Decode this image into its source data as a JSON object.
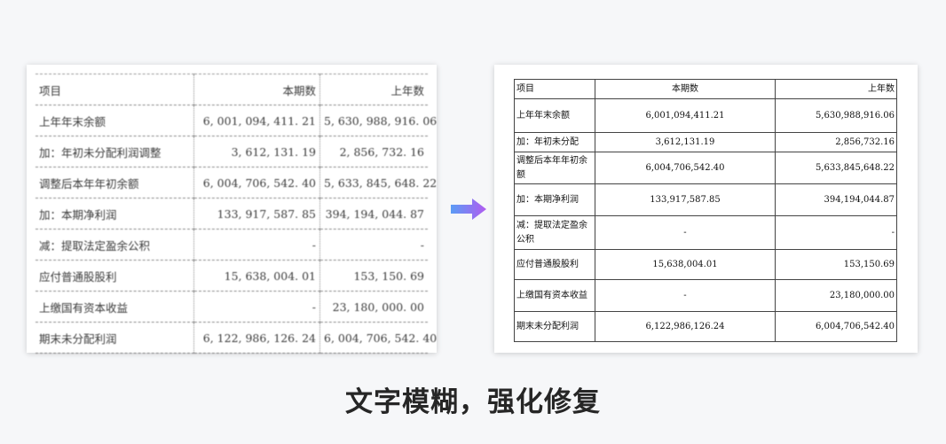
{
  "blurry_table": {
    "headers": [
      "项目",
      "本期数",
      "上年数"
    ],
    "rows": [
      [
        "上年年末余额",
        "6, 001, 094, 411. 21",
        "5, 630, 988, 916. 06"
      ],
      [
        "加：年初未分配利润调整",
        "3, 612, 131. 19",
        "2, 856, 732. 16"
      ],
      [
        "调整后本年年初余额",
        "6, 004, 706, 542. 40",
        "5, 633, 845, 648. 22"
      ],
      [
        "加：本期净利润",
        "133, 917, 587. 85",
        "394, 194, 044. 87"
      ],
      [
        "减：提取法定盈余公积",
        "-",
        "-"
      ],
      [
        "应付普通股股利",
        "15, 638, 004. 01",
        "153, 150. 69"
      ],
      [
        "上缴国有资本收益",
        "-",
        "23, 180, 000. 00"
      ],
      [
        "期末未分配利润",
        "6, 122, 986, 126. 24",
        "6, 004, 706, 542. 40"
      ]
    ]
  },
  "clean_table": {
    "headers": [
      "项目",
      "本期数",
      "上年数"
    ],
    "rows": [
      [
        "上年年末余额",
        "6,001,094,411.21",
        "5,630,988,916.06"
      ],
      [
        "加：年初未分配",
        "3,612,131.19",
        "2,856,732.16"
      ],
      [
        "调整后本年年初余额",
        "6,004,706,542.40",
        "5,633,845,648.22"
      ],
      [
        "加：本期净利润",
        "133,917,587.85",
        "394,194,044.87"
      ],
      [
        "减：提取法定盈余公积",
        "-",
        "-"
      ],
      [
        "应付普通股股利",
        "15,638,004.01",
        "153,150.69"
      ],
      [
        "上缴国有资本收益",
        "-",
        "23,180,000.00"
      ],
      [
        "期末未分配利润",
        "6,122,986,126.24",
        "6,004,706,542.40"
      ]
    ]
  },
  "caption": "文字模糊，强化修复",
  "colors": {
    "arrow_start": "#5b9cf5",
    "arrow_end": "#b15cf0"
  }
}
